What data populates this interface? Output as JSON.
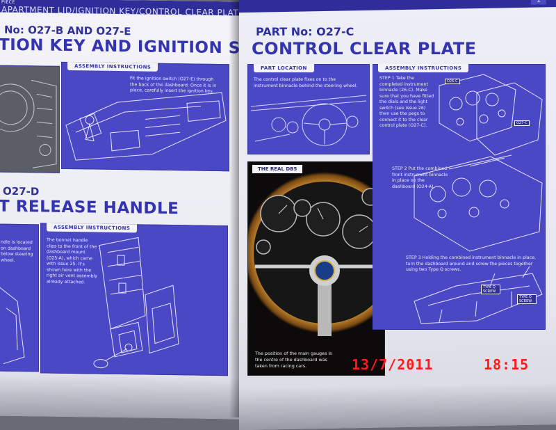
{
  "header": {
    "section_tag": "PIECE",
    "running_title": "APARTMENT LID/IGNITION KEY/CONTROL CLEAR PLATE/BONNET RELEASE HANDLE/IGNITION SWITCH",
    "page_number": "1"
  },
  "left_page": {
    "top_part_no": "No: O27-B AND O27-E",
    "top_heading": "TION KEY AND IGNITION SWITCH",
    "top_panel": {
      "tab": "ASSEMBLY INSTRUCTIONS",
      "text": "Fit the ignition switch (O27-E) through the back of the dashboard. Once it is in place, carefully insert the ignition key."
    },
    "bottom_part_no": "O27-D",
    "bottom_heading": "T RELEASE HANDLE",
    "bottom_panel": {
      "tab": "ASSEMBLY INSTRUCTIONS",
      "text": "The bonnet handle clips to the front of the dashboard mount (O25-A), which came with issue 25. It's shown here with the right air vent assembly already attached."
    },
    "side_snippet": "ndle is located on dashboard below steering wheel."
  },
  "right_page": {
    "part_no": "PART No: O27-C",
    "heading": "CONTROL CLEAR PLATE",
    "location_panel": {
      "tab": "PART LOCATION",
      "text": "The control clear plate fixes on to the instrument binnacle behind the steering wheel."
    },
    "assembly_panel": {
      "tab": "ASSEMBLY INSTRUCTIONS",
      "step1": "STEP 1 Take the completed instrument binnacle (26-C). Make sure that you have fitted the dials and the light switch (see issue 26) then use the pegs to connect it to the clear control plate (O27-C).",
      "step2": "STEP 2 Put the combined front instrument binnacle in place on the dashboard (O24-A).",
      "step3": "STEP 3 Holding the combined instrument binnacle in place, turn the dashboard around and screw the pieces together using two Type Q screws.",
      "tags": [
        "O26-C",
        "O27-C",
        "TYPE Q SCREW",
        "TYPE Q SCREW"
      ]
    },
    "photo": {
      "tab": "THE REAL DB5",
      "caption": "The position of the main gauges in the centre of the dashboard was taken from racing cars."
    }
  },
  "camera_stamp": {
    "date": "13/7/2011",
    "time": "18:15",
    "color": "#ff1a1a"
  }
}
